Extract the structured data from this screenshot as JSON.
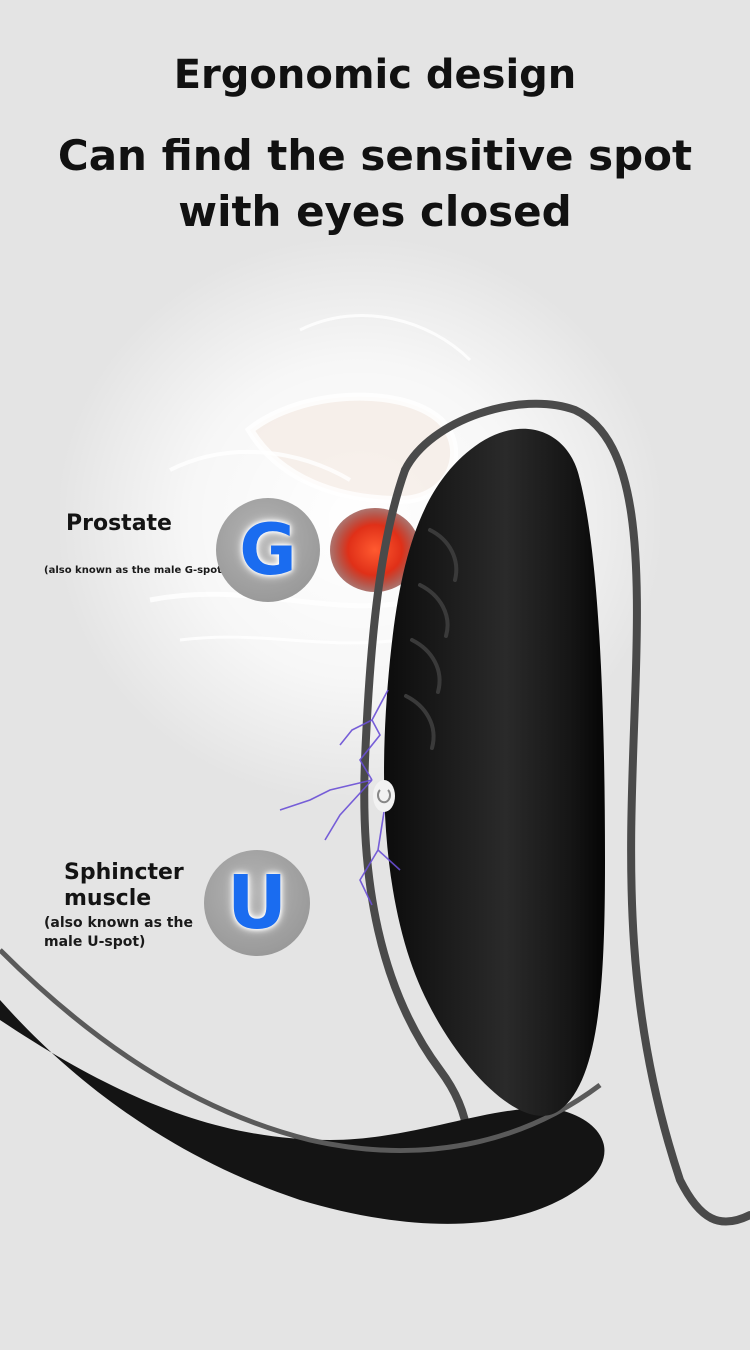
{
  "headline": {
    "line1": "Ergonomic design",
    "line2a": "Can find the sensitive spot",
    "line2b": "with eyes closed"
  },
  "callouts": {
    "prostate": {
      "title": "Prostate",
      "note": "(also known as the male G-spot)",
      "badge_letter": "G"
    },
    "sphincter": {
      "title_line1": "Sphincter",
      "title_line2": "muscle",
      "note_line1": "(also known as the",
      "note_line2": "male U-spot)",
      "badge_letter": "U"
    }
  },
  "colors": {
    "background": "#e4e4e4",
    "badge_letter": "#1a6cf0",
    "device": "#141414",
    "organ_highlight": "#e03018",
    "spark": "#6a4fd6"
  }
}
